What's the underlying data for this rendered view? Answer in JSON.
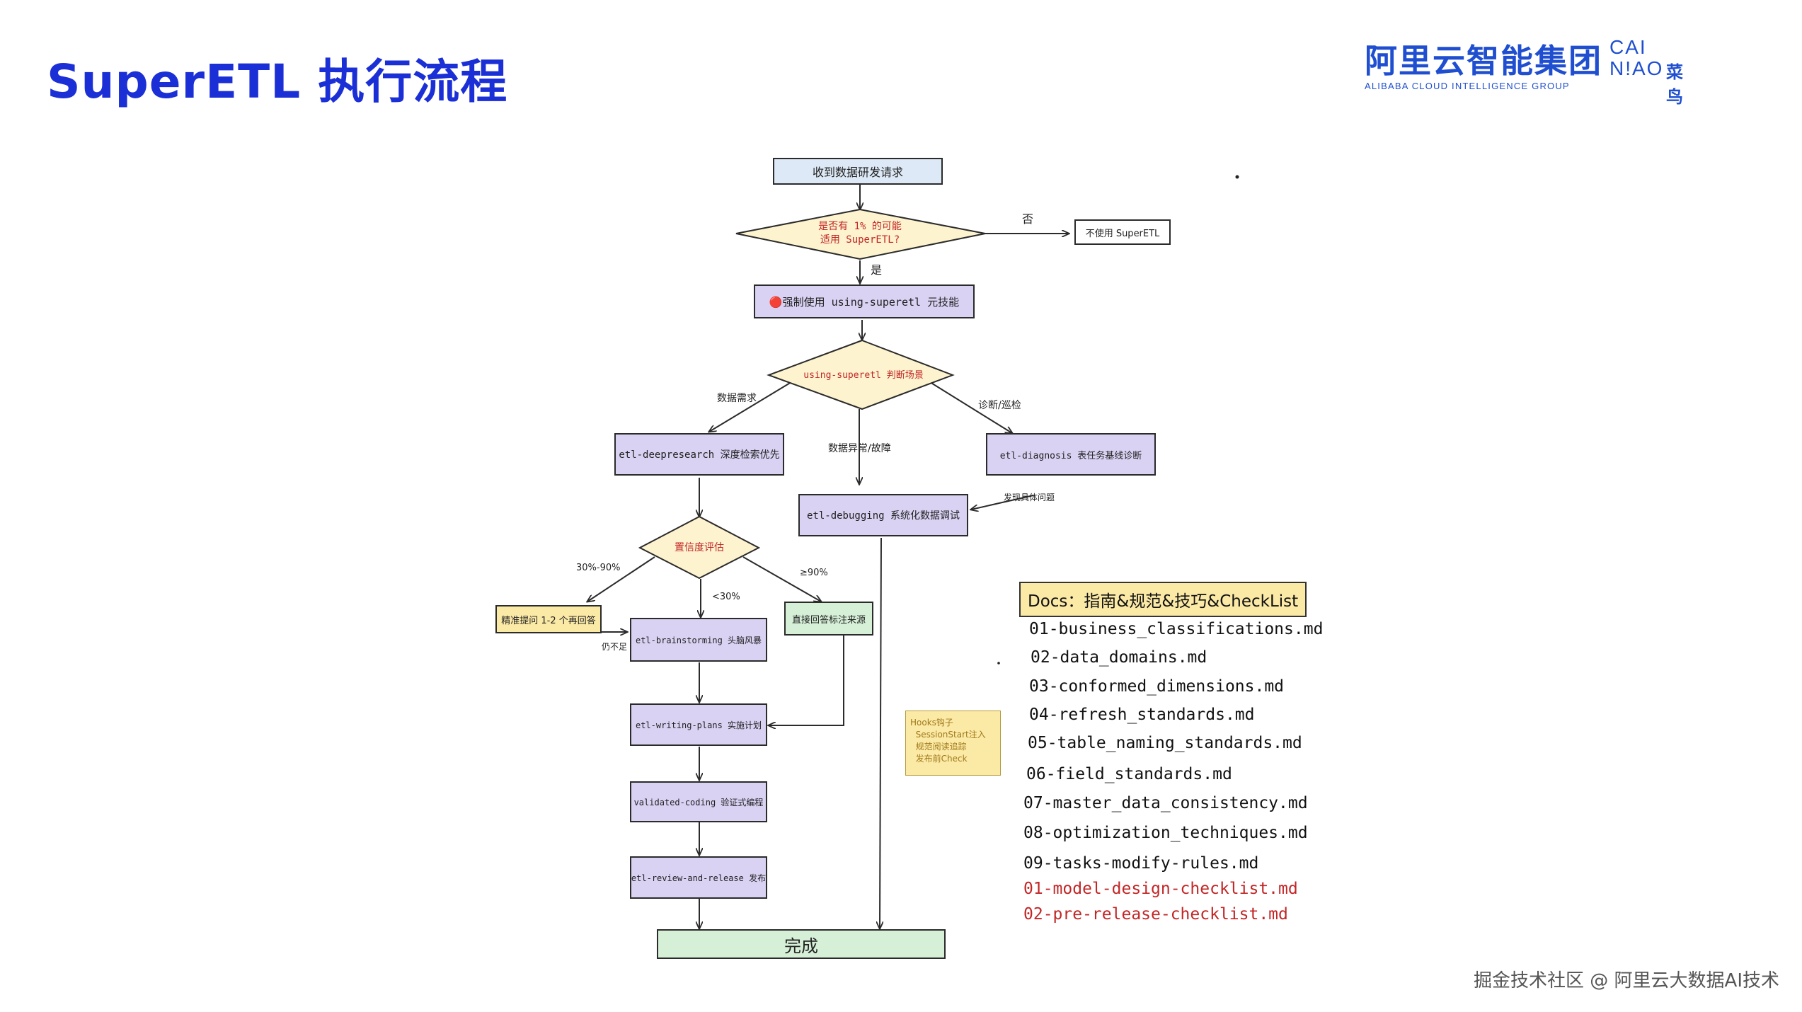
{
  "header": {
    "title": "SuperETL 执行流程",
    "logo_alibaba_cn": "阿里云智能集团",
    "logo_alibaba_en": "ALIBABA CLOUD INTELLIGENCE GROUP",
    "logo_cainiao_line1": "CAI",
    "logo_cainiao_line2": "N!AO",
    "logo_cainiao_cn": "菜鸟"
  },
  "flow": {
    "start": "收到数据研发请求",
    "decision1_line1": "是否有 1% 的可能",
    "decision1_line2": "适用 SuperETL?",
    "no_label": "否",
    "no_superetl": "不使用 SuperETL",
    "yes_label": "是",
    "force_skill": "🔴强制使用 using-superetl 元技能",
    "decision2": "using-superetl 判断场景",
    "branch_data_need": "数据需求",
    "branch_anomaly": "数据异常/故障",
    "branch_diag": "诊断/巡检",
    "deepresearch": "etl-deepresearch 深度检索优先",
    "diagnosis": "etl-diagnosis 表任务基线诊断",
    "found_issue": "发现具体问题",
    "debugging": "etl-debugging 系统化数据调试",
    "confidence": "置信度评估",
    "c_30_90": "30%-90%",
    "c_lt30": "<30%",
    "c_ge90": "≥90%",
    "clarify": "精准提问 1-2 个再回答",
    "still_insufficient": "仍不足",
    "brainstorming": "etl-brainstorming 头脑风暴",
    "direct_answer": "直接回答标注来源",
    "writing_plans": "etl-writing-plans 实施计划",
    "validated_coding": "validated-coding 验证式编程",
    "review_release": "etl-review-and-release 发布",
    "done": "完成"
  },
  "hooks": {
    "text": "Hooks钩子\n  SessionStart注入\n  规范阅读追踪\n  发布前Check"
  },
  "docs": {
    "title": "Docs：指南&规范&技巧&CheckList",
    "items": [
      "01-business_classifications.md",
      "02-data_domains.md",
      "03-conformed_dimensions.md",
      "04-refresh_standards.md",
      "05-table_naming_standards.md",
      "06-field_standards.md",
      "07-master_data_consistency.md",
      "08-optimization_techniques.md",
      "09-tasks-modify-rules.md"
    ],
    "checklists": [
      "01-model-design-checklist.md",
      "02-pre-release-checklist.md"
    ]
  },
  "footer": {
    "watermark": "掘金技术社区 @ 阿里云大数据AI技术"
  },
  "colors": {
    "title": "#1b2fd6",
    "box_blue": "#dde9f6",
    "box_purple": "#d9d2f3",
    "box_green": "#d6f0d8",
    "box_yellow": "#fbe9a6",
    "diamond_red_text": "#c22626",
    "checklist_red": "#c22626"
  }
}
